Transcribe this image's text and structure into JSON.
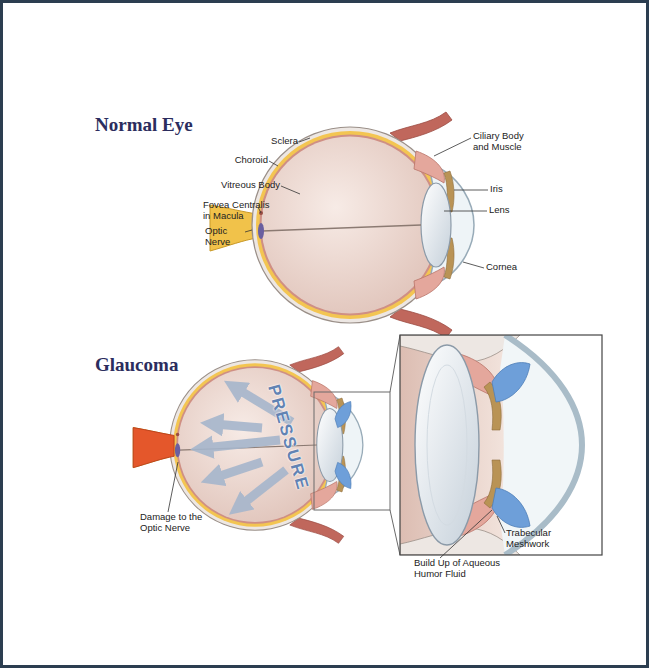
{
  "diagram": {
    "labels": [
      "Normal Eye",
      "Sclera",
      "Choroid",
      "Vitreous Body",
      "Fovea Centralis in Macula",
      "Optic Nerve",
      "Ciliary Body and Muscle",
      "Iris",
      "Lens",
      "Cornea",
      "Glaucoma",
      "PRESSURE",
      "Damage to the Optic Nerve",
      "Trabecular Meshwork",
      "Build Up of Aqueous Humor Fluid"
    ]
  }
}
